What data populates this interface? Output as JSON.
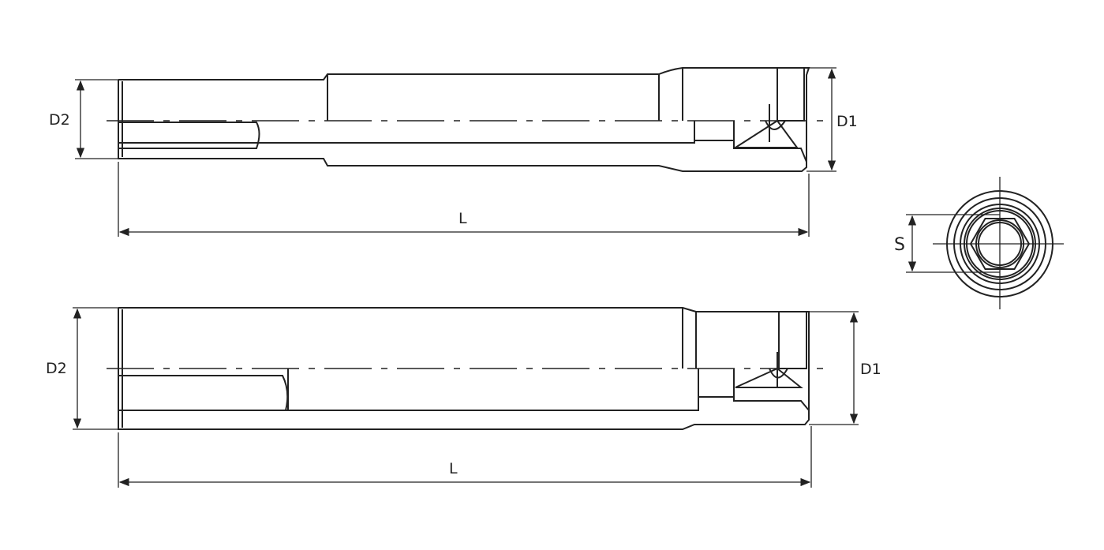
{
  "top_view": {
    "d2_label": "D2",
    "d1_label": "D1",
    "l_label": "L"
  },
  "bottom_view": {
    "d2_label": "D2",
    "d1_label": "D1",
    "l_label": "L"
  },
  "end_view": {
    "s_label": "S"
  },
  "colors": {
    "line": "#222222",
    "background": "#ffffff"
  }
}
